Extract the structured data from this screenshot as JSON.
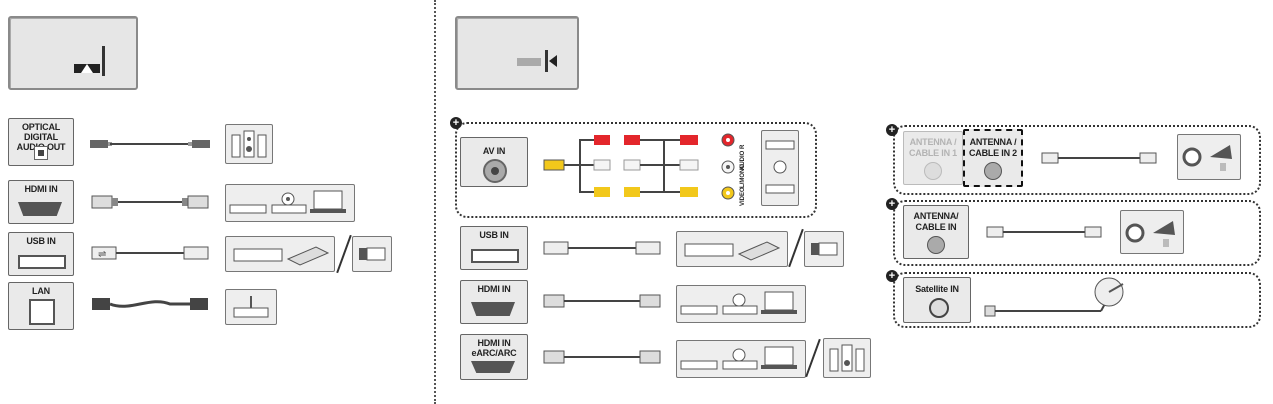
{
  "left_panel": {
    "ports": {
      "optical": "OPTICAL DIGITAL\nAUDIO OUT",
      "hdmi": "HDMI IN",
      "usb": "USB IN",
      "lan": "LAN"
    }
  },
  "middle_panel": {
    "av_in": "AV IN",
    "av_jacks": [
      "AUDIO R",
      "L/MONO",
      "VIDEO"
    ],
    "ports": {
      "usb": "USB IN",
      "hdmi": "HDMI IN",
      "hdmi_earc_line1": "HDMI IN",
      "hdmi_earc_line2": "eARC/ARC"
    }
  },
  "right_panel": {
    "antenna1_line1": "ANTENNA /",
    "antenna1_line2": "CABLE IN 1",
    "antenna2_line1": "ANTENNA /",
    "antenna2_line2": "CABLE IN 2",
    "antenna_line1": "ANTENNA/",
    "antenna_line2": "CABLE IN",
    "satellite": "Satellite IN"
  },
  "icons": [
    "plus-icon",
    "tv-back-icon",
    "cable-icon",
    "speaker-icon",
    "dvd-player-icon",
    "laptop-icon",
    "usb-stick-icon",
    "hdd-icon",
    "router-icon",
    "antenna-icon",
    "satellite-dish-icon",
    "rca-jack-icon"
  ],
  "colors": {
    "red": "#e3262b",
    "yellow": "#f2c81b",
    "white": "#f5f5f5",
    "gray": "#d8d8d8",
    "dark": "#333333"
  }
}
